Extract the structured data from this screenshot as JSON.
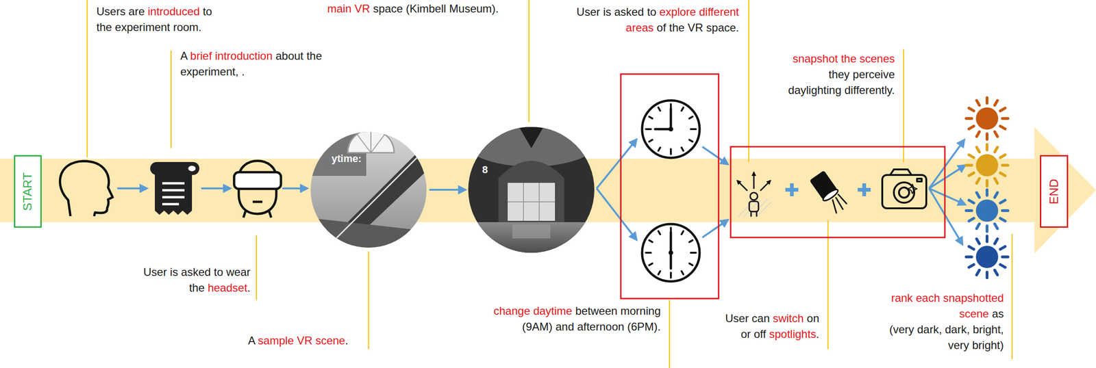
{
  "diagram": {
    "nodes": [
      {
        "text": [
          "START"
        ]
      },
      {
        "text": [
          "ytime:"
        ]
      },
      {
        "text": [
          "8"
        ]
      },
      {
        "text": [
          "END"
        ]
      }
    ],
    "edges": [
      {
        "from": 1,
        "to": 2,
        "arrow": "to"
      }
    ],
    "labels": [
      "Users are introduced to the experiment room.",
      "A brief introduction about the experiment, .",
      "main VR space (Kimbell Museum).",
      "User is asked to explore different areas of the VR space.",
      "snapshot the scenes they perceive daylighting differently.",
      "User is asked to wear the headset.",
      "A sample VR scene.",
      "change daytime between morning (9AM) and afternoon (6PM).",
      "User can switch on or off spotlights.",
      "rank each snapshotted scene as (very dark, dark, bright, very bright)"
    ]
  }
}
